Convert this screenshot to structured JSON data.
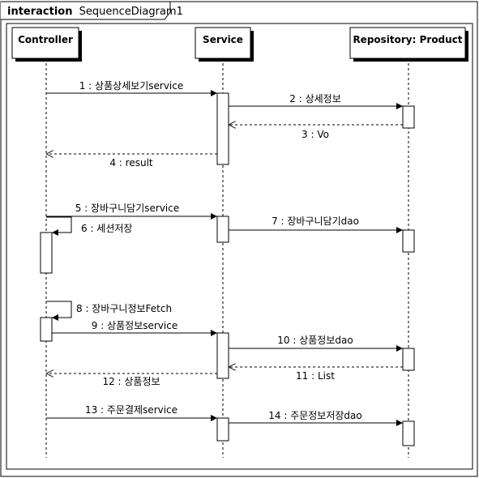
{
  "frame": {
    "keyword": "interaction",
    "name": "SequenceDiagram1"
  },
  "lifelines": [
    {
      "name": "Controller"
    },
    {
      "name": "Service"
    },
    {
      "name": "Repository: Product"
    }
  ],
  "messages": [
    {
      "label": "1 : 상품상세보기service",
      "from": "Controller",
      "to": "Service",
      "kind": "sync"
    },
    {
      "label": "2 : 상세정보",
      "from": "Service",
      "to": "Repository: Product",
      "kind": "sync"
    },
    {
      "label": "3 : Vo",
      "from": "Repository: Product",
      "to": "Service",
      "kind": "return"
    },
    {
      "label": "4 : result",
      "from": "Service",
      "to": "Controller",
      "kind": "return"
    },
    {
      "label": "5 : 장바구니담기service",
      "from": "Controller",
      "to": "Service",
      "kind": "sync"
    },
    {
      "label": "6 : 세션저장",
      "from": "Controller",
      "to": "Controller",
      "kind": "self"
    },
    {
      "label": "7 : 장바구니담기dao",
      "from": "Service",
      "to": "Repository: Product",
      "kind": "sync"
    },
    {
      "label": "8 : 장바구니정보Fetch",
      "from": "Controller",
      "to": "Controller",
      "kind": "self"
    },
    {
      "label": "9 : 상품정보service",
      "from": "Controller",
      "to": "Service",
      "kind": "sync"
    },
    {
      "label": "10 : 상품정보dao",
      "from": "Service",
      "to": "Repository: Product",
      "kind": "sync"
    },
    {
      "label": "11 : List",
      "from": "Repository: Product",
      "to": "Service",
      "kind": "return"
    },
    {
      "label": "12 : 상품정보",
      "from": "Service",
      "to": "Controller",
      "kind": "return"
    },
    {
      "label": "13 : 주문결제service",
      "from": "Controller",
      "to": "Service",
      "kind": "sync"
    },
    {
      "label": "14 : 주문정보저장dao",
      "from": "Service",
      "to": "Repository: Product",
      "kind": "sync"
    }
  ]
}
